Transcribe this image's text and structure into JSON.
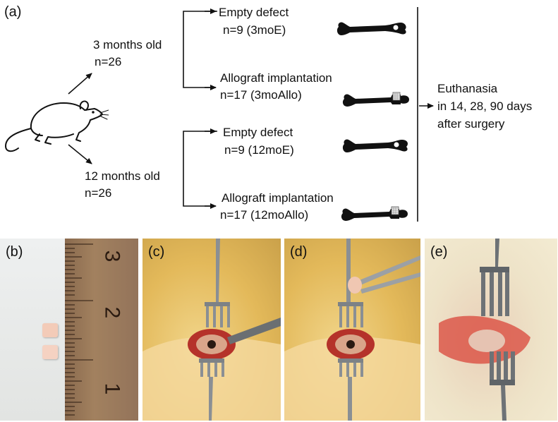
{
  "panel_a": {
    "label": "(a)",
    "groups": [
      {
        "age_label": "3 months old",
        "n_label": "n=26",
        "branches": [
          {
            "title": "Empty defect",
            "detail": "n=9 (3moE)"
          },
          {
            "title": "Allograft implantation",
            "detail": "n=17 (3moAllo)"
          }
        ]
      },
      {
        "age_label": "12 months old",
        "n_label": "n=26",
        "branches": [
          {
            "title": "Empty defect",
            "detail": "n=9 (12moE)"
          },
          {
            "title": "Allograft implantation",
            "detail": "n=17 (12moAllo)"
          }
        ]
      }
    ],
    "outcome": {
      "line1": "Euthanasia",
      "line2": "in 14, 28, 90 days",
      "line3": "after surgery"
    }
  },
  "panel_b": {
    "label": "(b)",
    "ruler_numbers": [
      "3",
      "2",
      "1"
    ]
  },
  "panel_c": {
    "label": "(c)"
  },
  "panel_d": {
    "label": "(d)"
  },
  "panel_e": {
    "label": "(e)"
  }
}
